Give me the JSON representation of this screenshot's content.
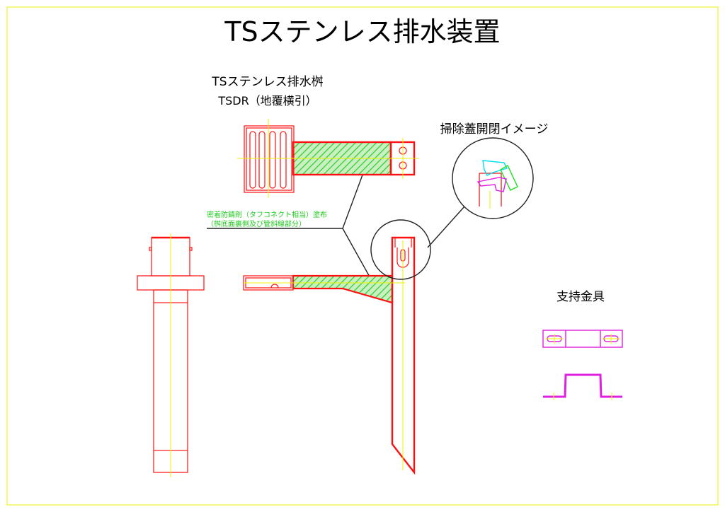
{
  "title": "TSステンレス排水装置",
  "product": {
    "name": "TSステンレス排水桝",
    "model": "TSDR（地覆横引）"
  },
  "note": {
    "line1": "密着防錆剤（タフコネクト相当）塗布",
    "line2": "（桝底面裏側及び管斜線部分）"
  },
  "cleanout_label": "掃除蓋開閉イメージ",
  "bracket_label": "支持金具",
  "colors": {
    "outline": "#ff2020",
    "centerline": "#f0f000",
    "hatch": "#33cc33",
    "bracket": "#e020e0",
    "frame": "#f0f000"
  }
}
